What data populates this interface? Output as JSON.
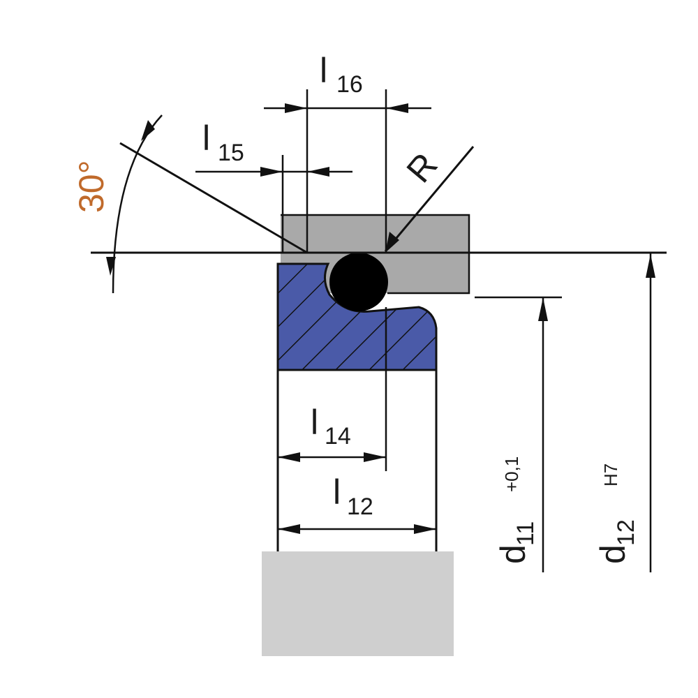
{
  "labels": {
    "l16": {
      "main": "l",
      "sub": "16"
    },
    "l15": {
      "main": "l",
      "sub": "15"
    },
    "l14": {
      "main": "l",
      "sub": "14"
    },
    "l12": {
      "main": "l",
      "sub": "12"
    },
    "angle": "30°",
    "radius": "R",
    "d11": {
      "main": "d",
      "sub": "11",
      "tol": "+0,1"
    },
    "d12": {
      "main": "d",
      "sub": "12",
      "tol": "H7"
    }
  },
  "colors": {
    "seal_fill": "#4a5aa8",
    "housing_fill": "#a9a9a9",
    "base_fill": "#cfcfcf",
    "oring_fill": "#000000",
    "angle_text": "#c06a2b",
    "line": "#111111"
  }
}
